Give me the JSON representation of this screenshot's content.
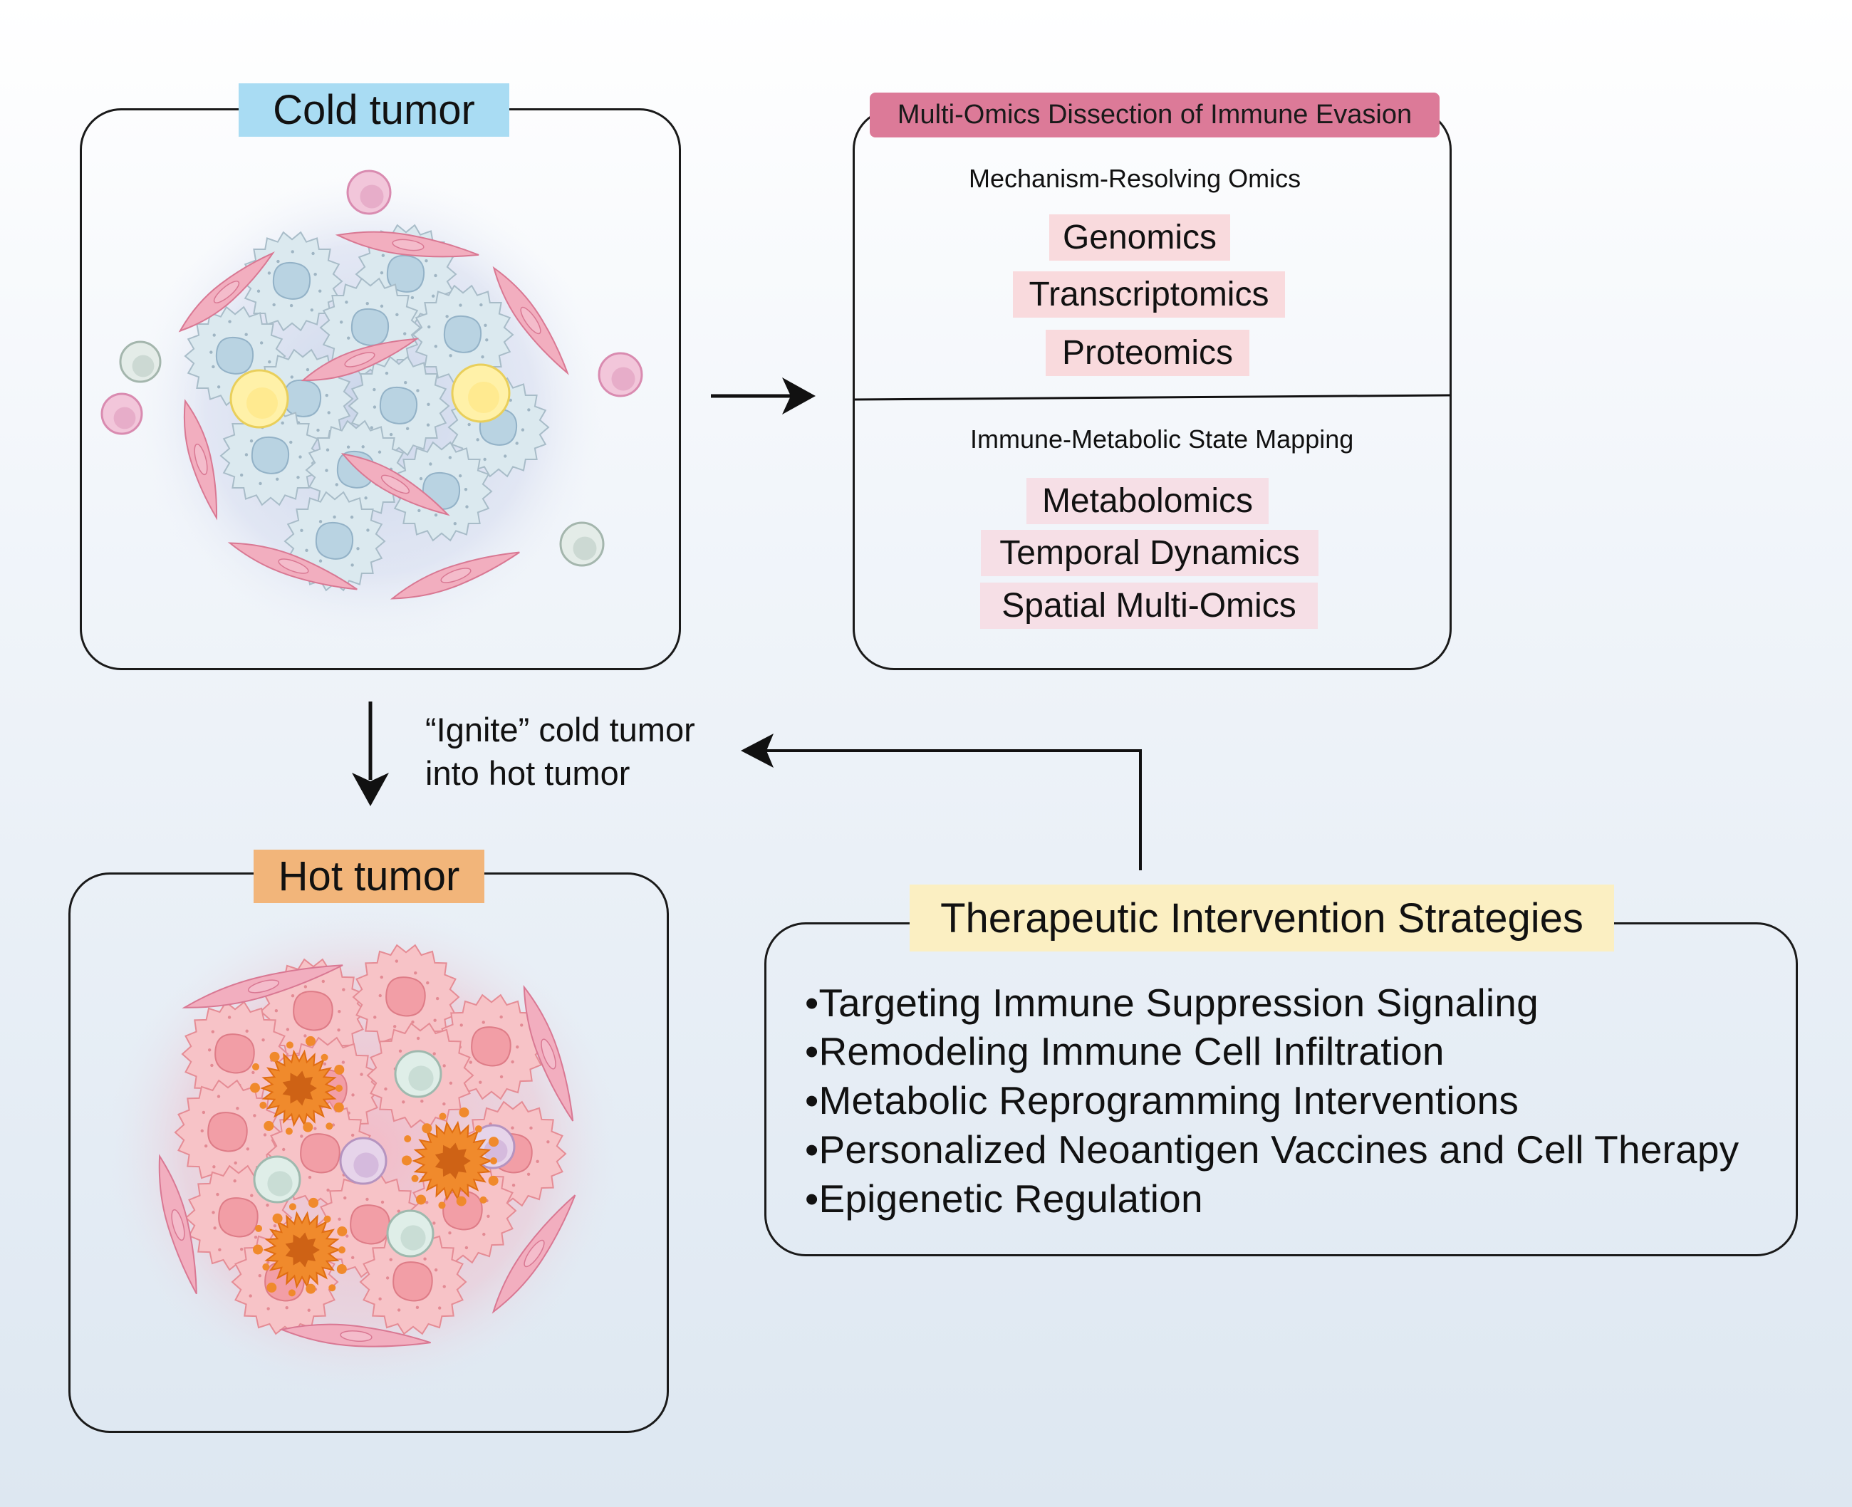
{
  "cold_tumor": {
    "title": "Cold tumor"
  },
  "hot_tumor": {
    "title": "Hot tumor"
  },
  "multi_omics": {
    "header": "Multi-Omics Dissection of Immune Evasion",
    "mechanism_heading": "Mechanism-Resolving Omics",
    "mechanism_items": [
      "Genomics",
      "Transcriptomics",
      "Proteomics"
    ],
    "mapping_heading": "Immune-Metabolic State Mapping",
    "mapping_items": [
      "Metabolomics",
      "Temporal Dynamics",
      "Spatial Multi-Omics"
    ]
  },
  "ignite_label": {
    "line1": "“Ignite” cold tumor",
    "line2": "into hot tumor"
  },
  "therapy": {
    "title": "Therapeutic Intervention Strategies",
    "items": [
      "•Targeting Immune Suppression Signaling",
      "•Remodeling Immune Cell Infiltration",
      "•Metabolic Reprogramming Interventions",
      "•Personalized Neoantigen Vaccines and Cell Therapy",
      "•Epigenetic Regulation"
    ]
  },
  "colors": {
    "cold_tag": "#a9dcf3",
    "hot_tag": "#f2b57a",
    "omics_tag": "#dc7a98",
    "omics_chip_top": "#f9dadd",
    "omics_chip_bottom": "#f6dfe6",
    "therapy_tag": "#fbefc2",
    "tumor_cell_cold": "#dbe9ef",
    "tumor_cell_hot": "#f6b4b8",
    "fibroblast": "#ef9fb3"
  }
}
